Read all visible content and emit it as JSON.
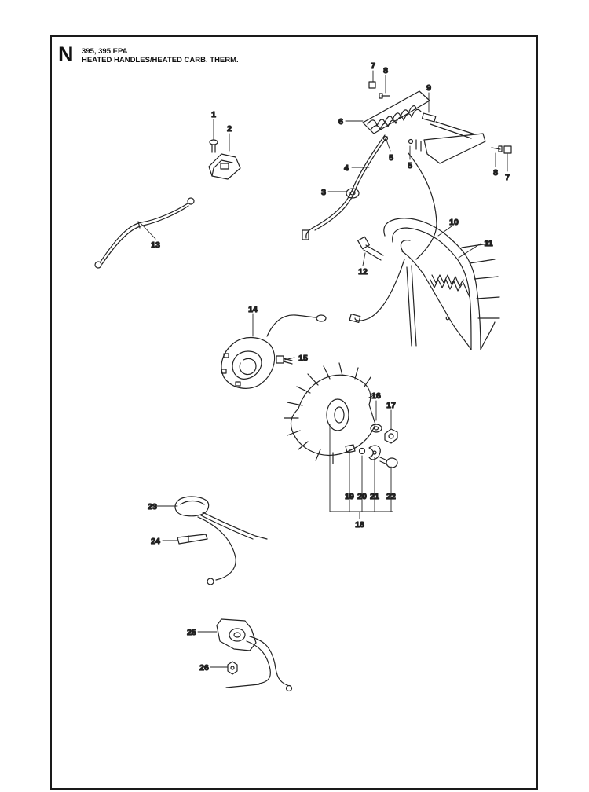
{
  "header": {
    "section_letter": "N",
    "model": "395, 395 EPA",
    "subtitle": "HEATED HANDLES/HEATED CARB. THERM."
  },
  "callouts": [
    "1",
    "2",
    "3",
    "4",
    "5",
    "5",
    "6",
    "7",
    "7",
    "8",
    "8",
    "9",
    "10",
    "11",
    "12",
    "13",
    "14",
    "15",
    "16",
    "17",
    "18",
    "19",
    "20",
    "21",
    "22",
    "23",
    "24",
    "25",
    "26"
  ]
}
